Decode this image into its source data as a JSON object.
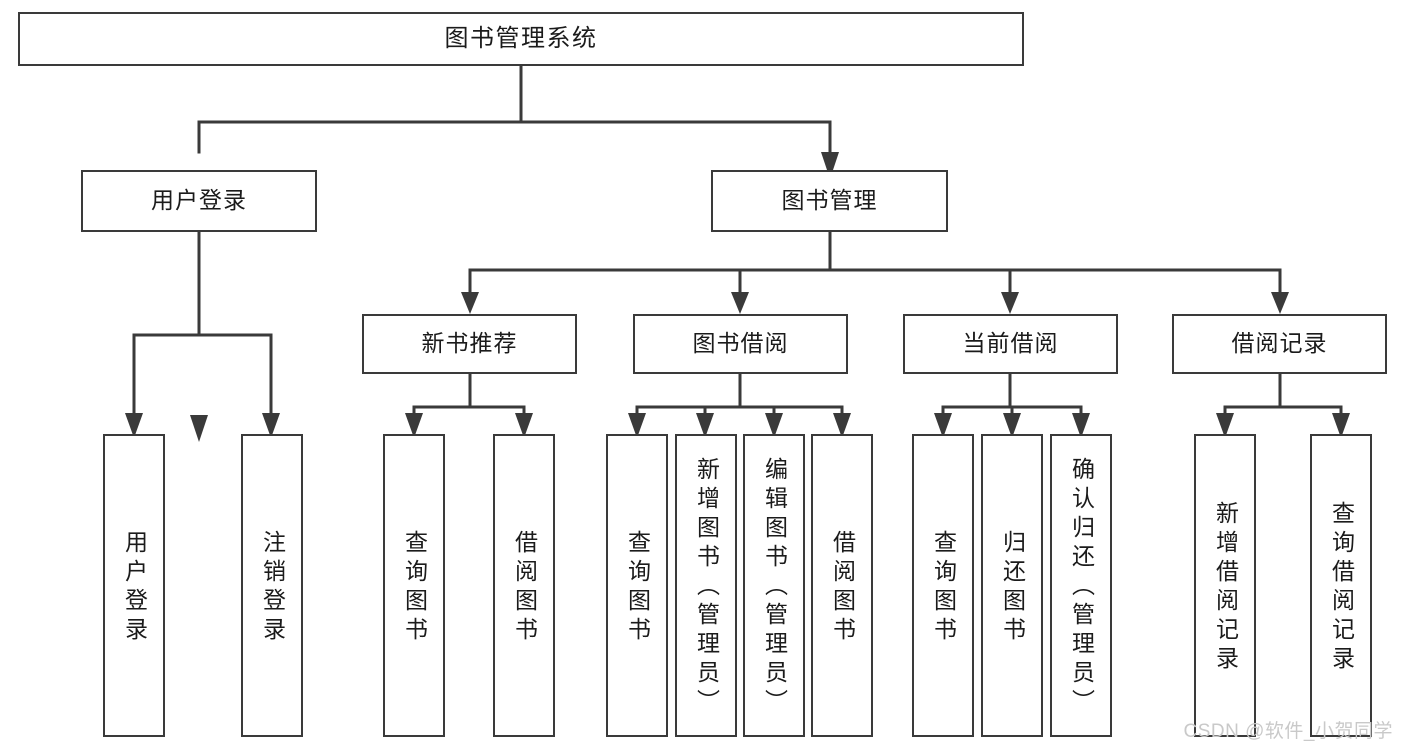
{
  "diagram": {
    "title": "图书管理系统",
    "type": "tree",
    "watermark": "CSDN @软件_小贺同学",
    "colors": {
      "background": "#ffffff",
      "box_fill": "#ffffff",
      "box_border": "#3a3a3a",
      "connector": "#3a3a3a",
      "text": "#1b1b1b",
      "watermark": "#c9c9c9"
    },
    "nodes": {
      "root": {
        "label": "图书管理系统"
      },
      "level2": [
        {
          "label": "用户登录"
        },
        {
          "label": "图书管理"
        }
      ],
      "level3": [
        {
          "label": "新书推荐"
        },
        {
          "label": "图书借阅"
        },
        {
          "label": "当前借阅"
        },
        {
          "label": "借阅记录"
        }
      ],
      "leaves": {
        "user_login": [
          {
            "label": "用户登录"
          },
          {
            "label": "注销登录"
          }
        ],
        "new_book_recommend": [
          {
            "label": "查询图书"
          },
          {
            "label": "借阅图书"
          }
        ],
        "book_borrow": [
          {
            "label": "查询图书"
          },
          {
            "label": "新增图书（管理员）"
          },
          {
            "label": "编辑图书（管理员）"
          },
          {
            "label": "借阅图书"
          }
        ],
        "current_borrow": [
          {
            "label": "查询图书"
          },
          {
            "label": "归还图书"
          },
          {
            "label": "确认归还（管理员）"
          }
        ],
        "borrow_record": [
          {
            "label": "新增借阅记录"
          },
          {
            "label": "查询借阅记录"
          }
        ]
      }
    }
  }
}
